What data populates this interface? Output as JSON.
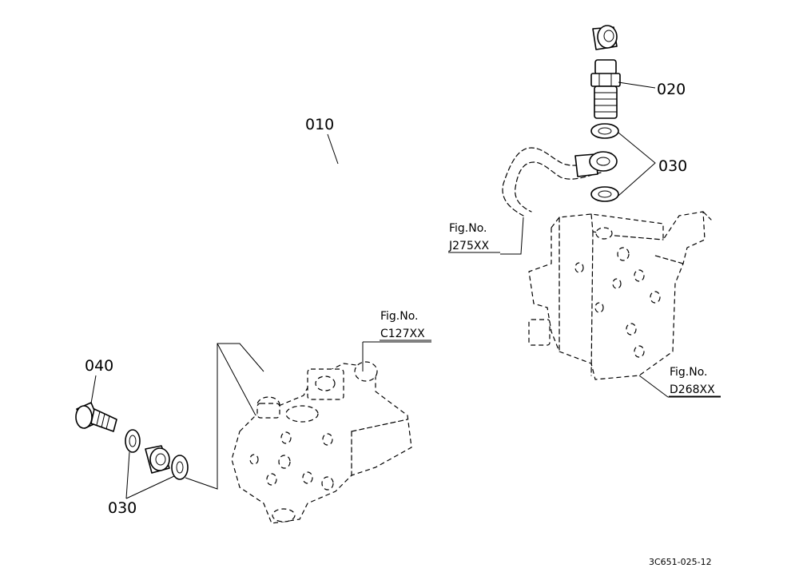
{
  "part_labels": {
    "pipe": "010",
    "adaptor": "020",
    "washers_upper": "030",
    "bolt": "040",
    "washers_lower": "030"
  },
  "figure_refs": [
    {
      "caption": "Fig.No.",
      "number": "J275XX"
    },
    {
      "caption": "Fig.No.",
      "number": "C127XX"
    },
    {
      "caption": "Fig.No.",
      "number": "D268XX"
    }
  ],
  "drawing_code": "3C651-025-12"
}
